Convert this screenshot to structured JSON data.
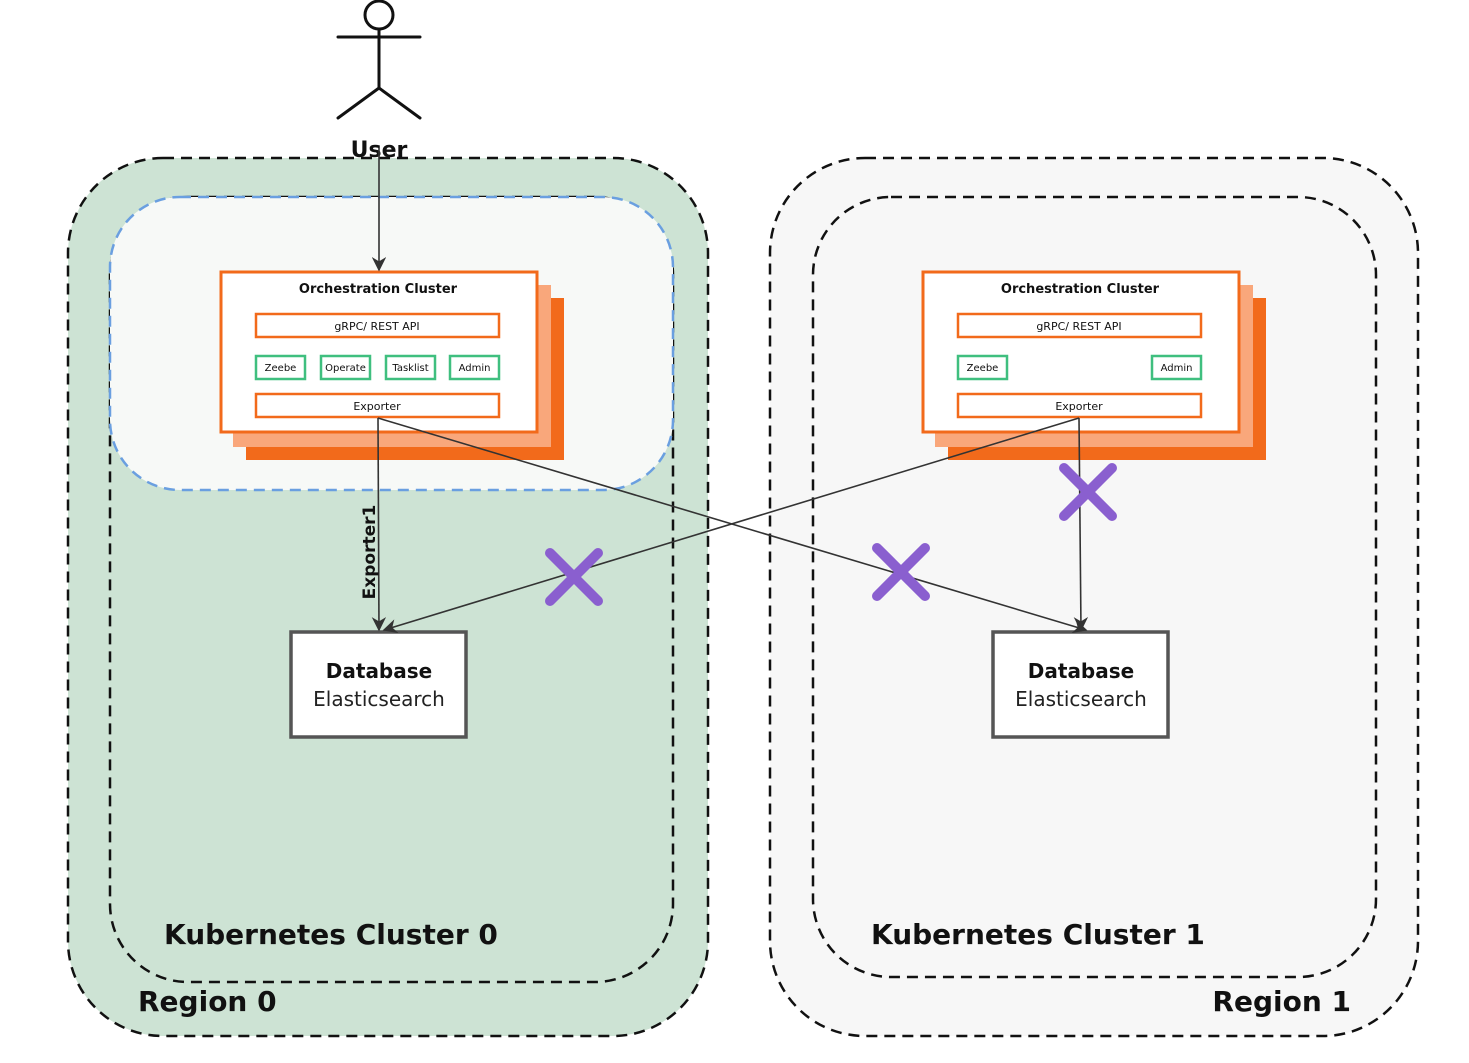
{
  "colors": {
    "region0_fill": "#cde3d4",
    "region1_fill": "#f7f7f7",
    "dash_black": "#111111",
    "dash_blue": "#6a9fe0",
    "highlight_fill": "#f7f9f7",
    "orange": "#f26a1b",
    "orange_light": "#f9a77b",
    "green_box": "#3fbf7f",
    "db_border": "#555555",
    "x_mark": "#8a5fcf",
    "arrow": "#333333"
  },
  "actor": {
    "label": "User"
  },
  "regions": [
    {
      "label": "Region 0",
      "cluster_label": "Kubernetes Cluster 0"
    },
    {
      "label": "Region 1",
      "cluster_label": "Kubernetes Cluster 1"
    }
  ],
  "orchestration": [
    {
      "title": "Orchestration Cluster",
      "api": "gRPC/ REST API",
      "components": [
        "Zeebe",
        "Operate",
        "Tasklist",
        "Admin"
      ],
      "exporter": "Exporter"
    },
    {
      "title": "Orchestration Cluster",
      "api": "gRPC/ REST API",
      "components": [
        "Zeebe",
        "Admin"
      ],
      "exporter": "Exporter"
    }
  ],
  "databases": [
    {
      "title": "Database",
      "subtitle": "Elasticsearch"
    },
    {
      "title": "Database",
      "subtitle": "Elasticsearch"
    }
  ],
  "edges": {
    "exporter1_label": "Exporter1"
  }
}
